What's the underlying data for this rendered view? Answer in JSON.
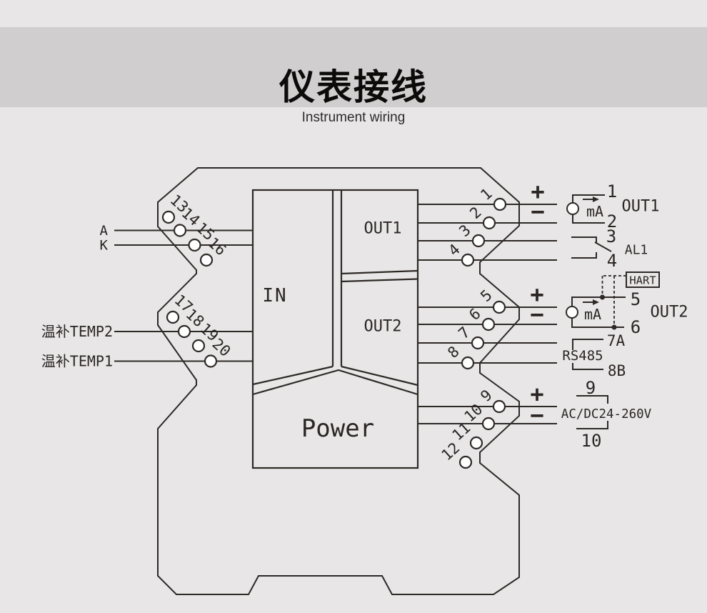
{
  "header": {
    "title": "仪表接线",
    "subtitle": "Instrument wiring"
  },
  "colors": {
    "background": "#e8e6e7",
    "header_band": "#d0cecf",
    "line": "#2e2926",
    "terminal_fill": "#ffffff"
  },
  "blocks": {
    "in": "IN",
    "out1": "OUT1",
    "out2": "OUT2",
    "power": "Power"
  },
  "inputs": {
    "a": "A",
    "k": "K",
    "temp2": "温补TEMP2",
    "temp1": "温补TEMP1"
  },
  "terminals": {
    "left": [
      "13",
      "14",
      "15",
      "16",
      "17",
      "18",
      "19",
      "20"
    ],
    "right": [
      "1",
      "2",
      "3",
      "4",
      "5",
      "6",
      "7",
      "8",
      "9",
      "10",
      "11",
      "12"
    ]
  },
  "ann": {
    "out1": {
      "plus": "+",
      "minus": "−",
      "meter": "mA",
      "t_top": "1",
      "t_bot": "2",
      "name": "OUT1"
    },
    "alarm": {
      "t_top": "3",
      "t_bot": "4",
      "name": "AL1"
    },
    "hart": {
      "name": "HART"
    },
    "out2": {
      "plus": "+",
      "minus": "−",
      "meter": "mA",
      "t_top": "5",
      "t_bot": "6",
      "name": "OUT2"
    },
    "rs485": {
      "t_top": "7A",
      "t_bot": "8B",
      "name": "RS485"
    },
    "power": {
      "plus": "+",
      "minus": "−",
      "t_top": "9",
      "t_bot": "10",
      "name": "AC/DC24-260V"
    }
  }
}
